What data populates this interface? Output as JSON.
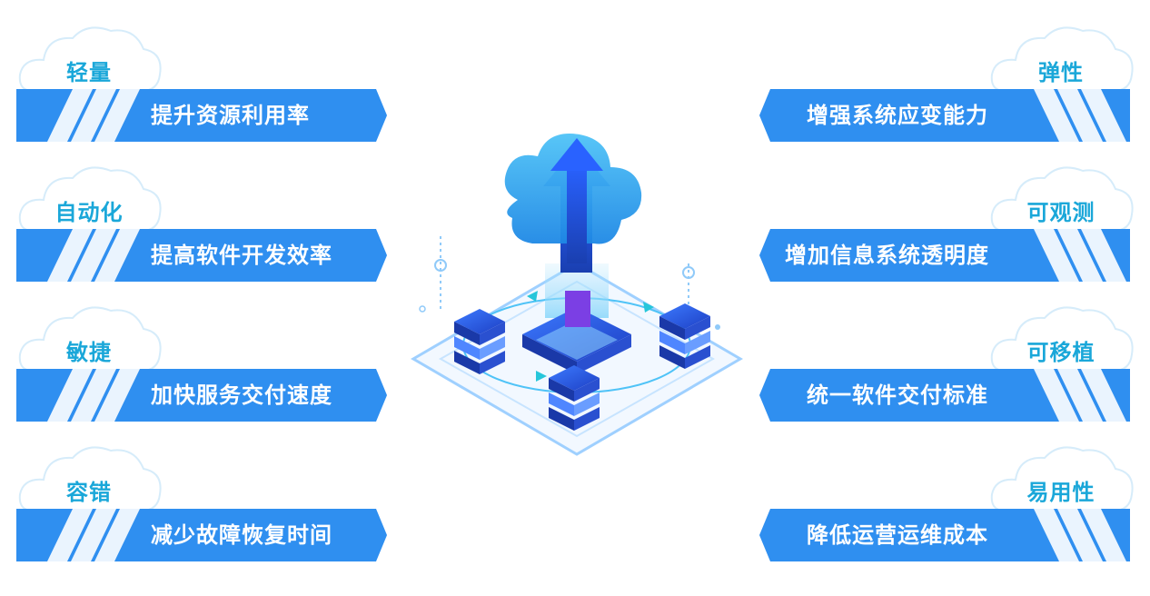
{
  "left_items": [
    {
      "tag": "轻量",
      "text": "提升资源利用率"
    },
    {
      "tag": "自动化",
      "text": "提高软件开发效率"
    },
    {
      "tag": "敏捷",
      "text": "加快服务交付速度"
    },
    {
      "tag": "容错",
      "text": "减少故障恢复时间"
    }
  ],
  "right_items": [
    {
      "tag": "弹性",
      "text": "增强系统应变能力"
    },
    {
      "tag": "可观测",
      "text": "增加信息系统透明度"
    },
    {
      "tag": "可移植",
      "text": "统一软件交付标准"
    },
    {
      "tag": "易用性",
      "text": "降低运营运维成本"
    }
  ],
  "colors": {
    "bar_blue": "#2f8ff0",
    "tag_text": "#1aa7d9",
    "cloud_blue": "#3aa8f0",
    "arrow_blue": "#1a4fd6"
  },
  "icons": {
    "center": "cloud-upload-server-isometric-icon"
  }
}
